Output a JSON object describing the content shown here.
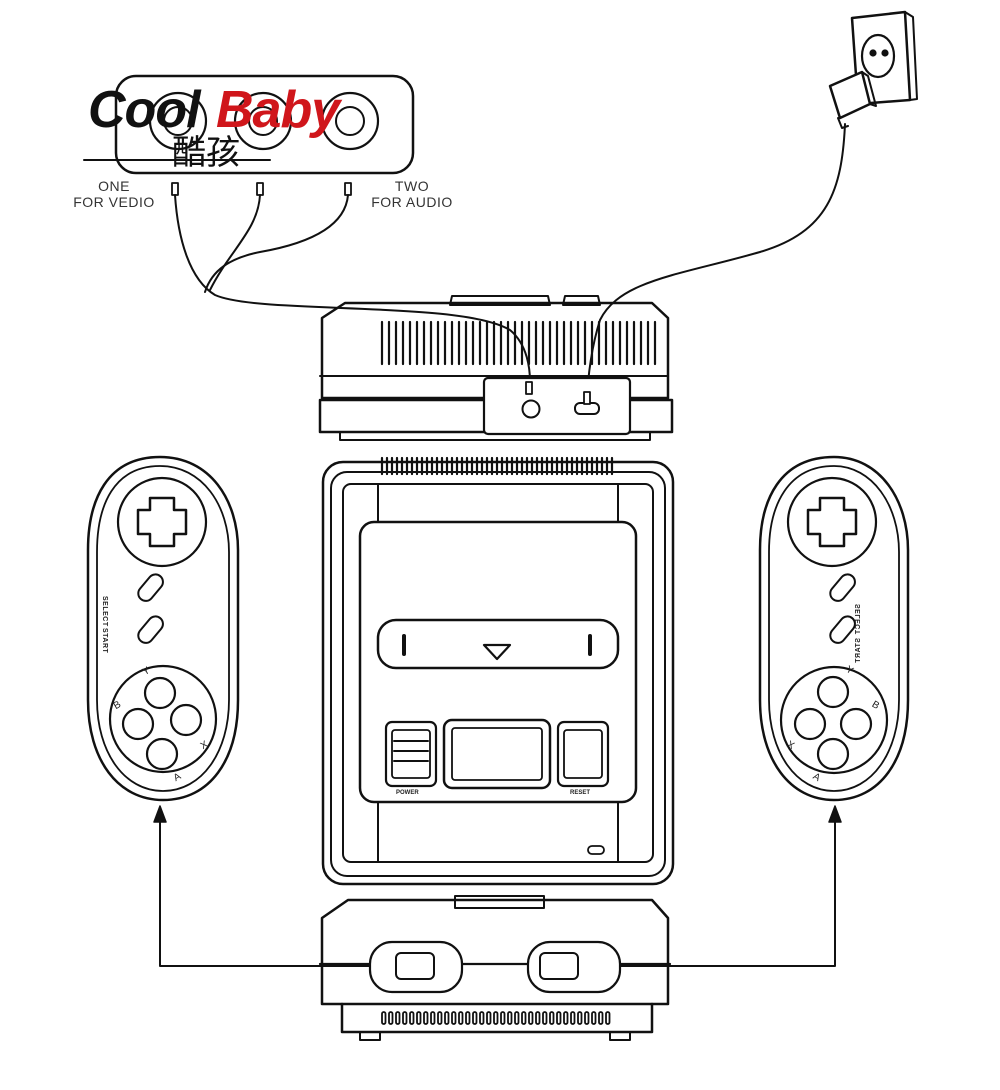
{
  "brand": {
    "name_part1": "Cool",
    "name_part2": "Baby",
    "name_chinese": "酷孩",
    "part1_color": "#111111",
    "part2_color": "#d0161b"
  },
  "av_box": {
    "label_left_line1": "ONE",
    "label_left_line2": "FOR VEDIO",
    "label_right_line1": "TWO",
    "label_right_line2": "FOR AUDIO"
  },
  "left_controller": {
    "select_label": "SELECT",
    "start_label": "START",
    "buttons": [
      "Y",
      "B",
      "X",
      "A"
    ]
  },
  "right_controller": {
    "select_label": "SELECT",
    "start_label": "START",
    "buttons": [
      "Y",
      "B",
      "X",
      "A"
    ]
  },
  "console": {
    "power_label": "POWER",
    "reset_label": "RESET"
  },
  "icons": [
    "power-plug-icon",
    "wall-outlet-icon",
    "rca-plug-icon",
    "arrow-up-icon"
  ],
  "colors": {
    "line": "#111111",
    "fill": "#ffffff",
    "accent": "#d0161b"
  }
}
